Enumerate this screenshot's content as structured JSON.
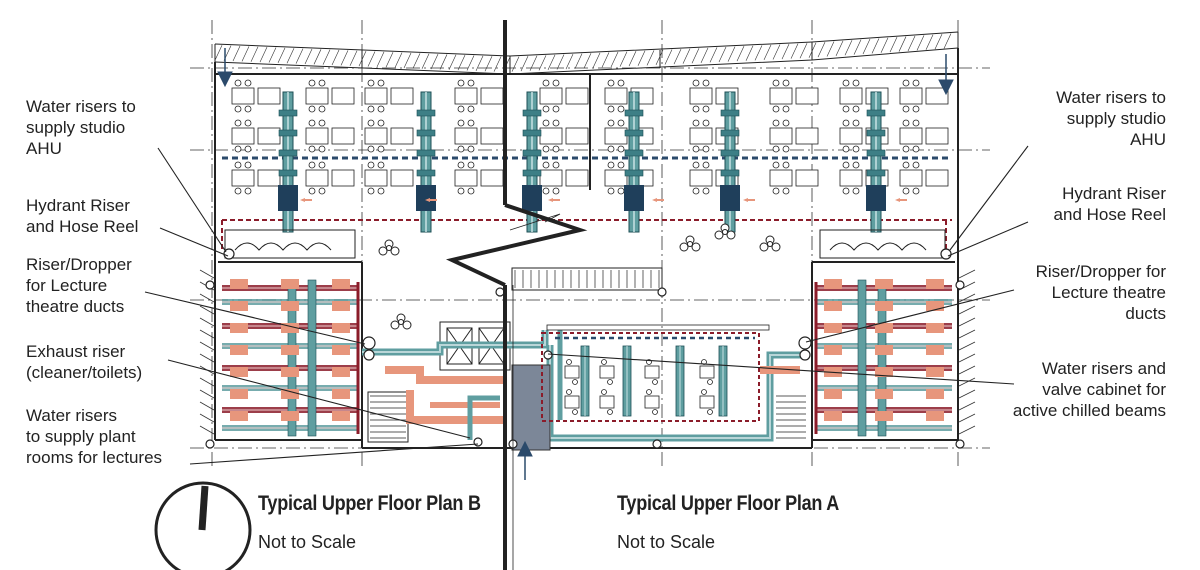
{
  "labels_left": [
    {
      "id": "water-risers-studio-left",
      "text": "Water risers to\nsupply studio\nAHU"
    },
    {
      "id": "hydrant-riser-left",
      "text": "Hydrant Riser\nand Hose Reel"
    },
    {
      "id": "riser-dropper-left",
      "text": "Riser/Dropper\nfor Lecture\ntheatre ducts"
    },
    {
      "id": "exhaust-riser",
      "text": "Exhaust riser\n(cleaner/toilets)"
    },
    {
      "id": "water-risers-plant",
      "text": "Water risers\nto supply plant\nrooms for lectures"
    }
  ],
  "labels_right": [
    {
      "id": "water-risers-studio-right",
      "text": "Water risers to\nsupply studio\nAHU"
    },
    {
      "id": "hydrant-riser-right",
      "text": "Hydrant Riser\nand Hose Reel"
    },
    {
      "id": "riser-dropper-right",
      "text": "Riser/Dropper for\nLecture theatre\nducts"
    },
    {
      "id": "water-risers-valve",
      "text": "Water risers and\nvalve cabinet for\nactive chilled beams"
    }
  ],
  "plans": [
    {
      "title": "Typical Upper Floor Plan B",
      "subtitle": "Not to Scale"
    },
    {
      "title": "Typical Upper Floor Plan A",
      "subtitle": "Not to Scale"
    }
  ],
  "colors": {
    "line": "#1a1a1a",
    "teal": "#5f9ea0",
    "teal_dark": "#3d7f86",
    "navy": "#1f3f5b",
    "salmon": "#e7967c",
    "maroon": "#8b1c2a",
    "dash_blue": "#2b4a6b",
    "grey_block": "#7c8798"
  },
  "icons": [
    "north-arrow-icon",
    "entry-arrow-icon"
  ]
}
